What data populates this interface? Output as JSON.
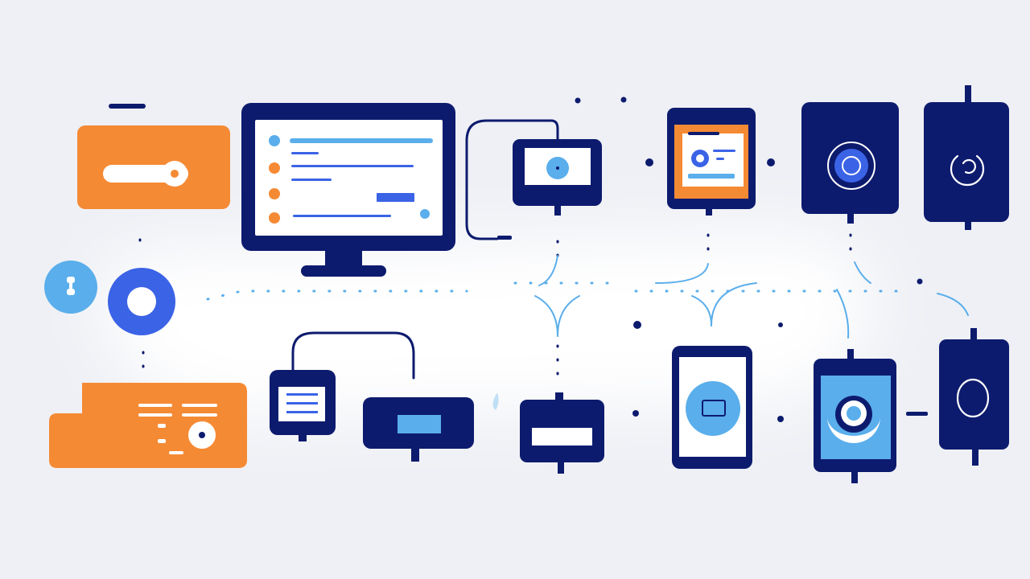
{
  "colors": {
    "background": "#eef0f5",
    "glow": "#ffffff",
    "navy": "#0d1b6e",
    "orange": "#f58a34",
    "blue": "#3b63e6",
    "lightBlue": "#5aaeeb",
    "white": "#ffffff"
  },
  "diagram": {
    "kind": "device-network",
    "text_labels": [],
    "nodes": [
      {
        "id": "orange-card-top",
        "kind": "card",
        "icon": "toggle-switch-icon"
      },
      {
        "id": "orange-card-bottom",
        "kind": "card",
        "icon": "form-icon"
      },
      {
        "id": "user-avatar",
        "kind": "avatar",
        "icon": "user-icon"
      },
      {
        "id": "hub",
        "kind": "hub",
        "icon": "ring-icon"
      },
      {
        "id": "desktop-monitor",
        "kind": "monitor",
        "icon": "dashboard-icon"
      },
      {
        "id": "camera-device",
        "kind": "device",
        "icon": "camera-icon"
      },
      {
        "id": "tablet-orange",
        "kind": "tablet",
        "icon": "profile-card-icon"
      },
      {
        "id": "speaker-square",
        "kind": "device",
        "icon": "speaker-icon"
      },
      {
        "id": "sensor-right",
        "kind": "device",
        "icon": "sensor-icon"
      },
      {
        "id": "document-device",
        "kind": "device",
        "icon": "document-icon"
      },
      {
        "id": "router-device",
        "kind": "device",
        "icon": "display-icon"
      },
      {
        "id": "slot-device",
        "kind": "device",
        "icon": "card-slot-icon"
      },
      {
        "id": "phone",
        "kind": "phone",
        "icon": "screen-icon"
      },
      {
        "id": "smart-speaker-tablet",
        "kind": "tablet",
        "icon": "speaker-icon"
      },
      {
        "id": "sensor-bottom-right",
        "kind": "device",
        "icon": "sensor-icon"
      }
    ]
  }
}
